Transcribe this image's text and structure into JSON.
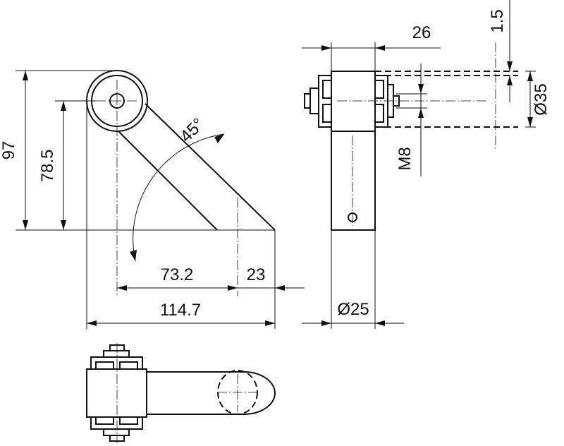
{
  "drawing": {
    "dimensions": {
      "height_total": "97",
      "height_center": "78.5",
      "angle": "45°",
      "horizontal_offset": "73.2",
      "tube_width": "23",
      "total_length": "114.7",
      "clamp_width": "26",
      "gap": "1.5",
      "clamp_diameter": "Ø35",
      "thread": "M8",
      "tube_diameter": "Ø25"
    },
    "colors": {
      "line": "#111111",
      "background": "#ffffff"
    }
  }
}
